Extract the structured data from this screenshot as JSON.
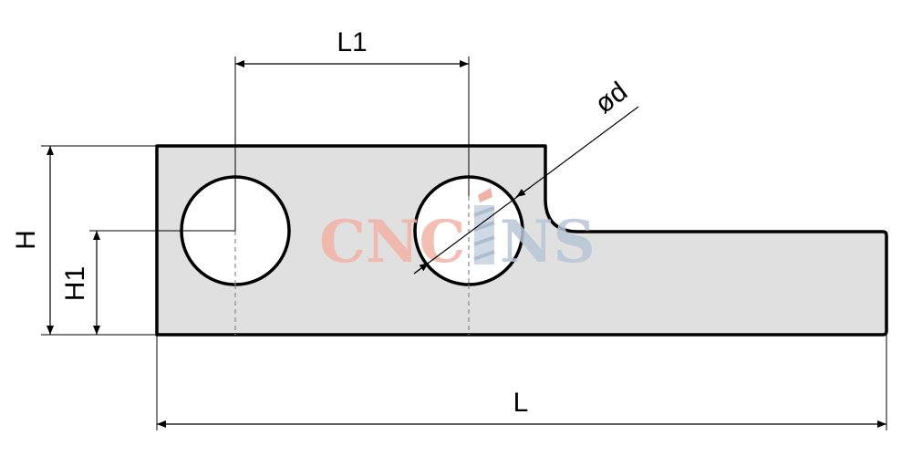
{
  "diagram": {
    "colors": {
      "part_fill": "#e0e0e0",
      "outline": "#000000",
      "hole_fill": "#ffffff",
      "watermark_red": "#f2b3a6",
      "watermark_blue": "#b8c6d6"
    },
    "labels": {
      "L1": "L1",
      "d": "ød",
      "H": "H",
      "H1": "H1",
      "L": "L"
    },
    "watermark": {
      "text_left": "CNC",
      "text_right": "NS"
    }
  }
}
